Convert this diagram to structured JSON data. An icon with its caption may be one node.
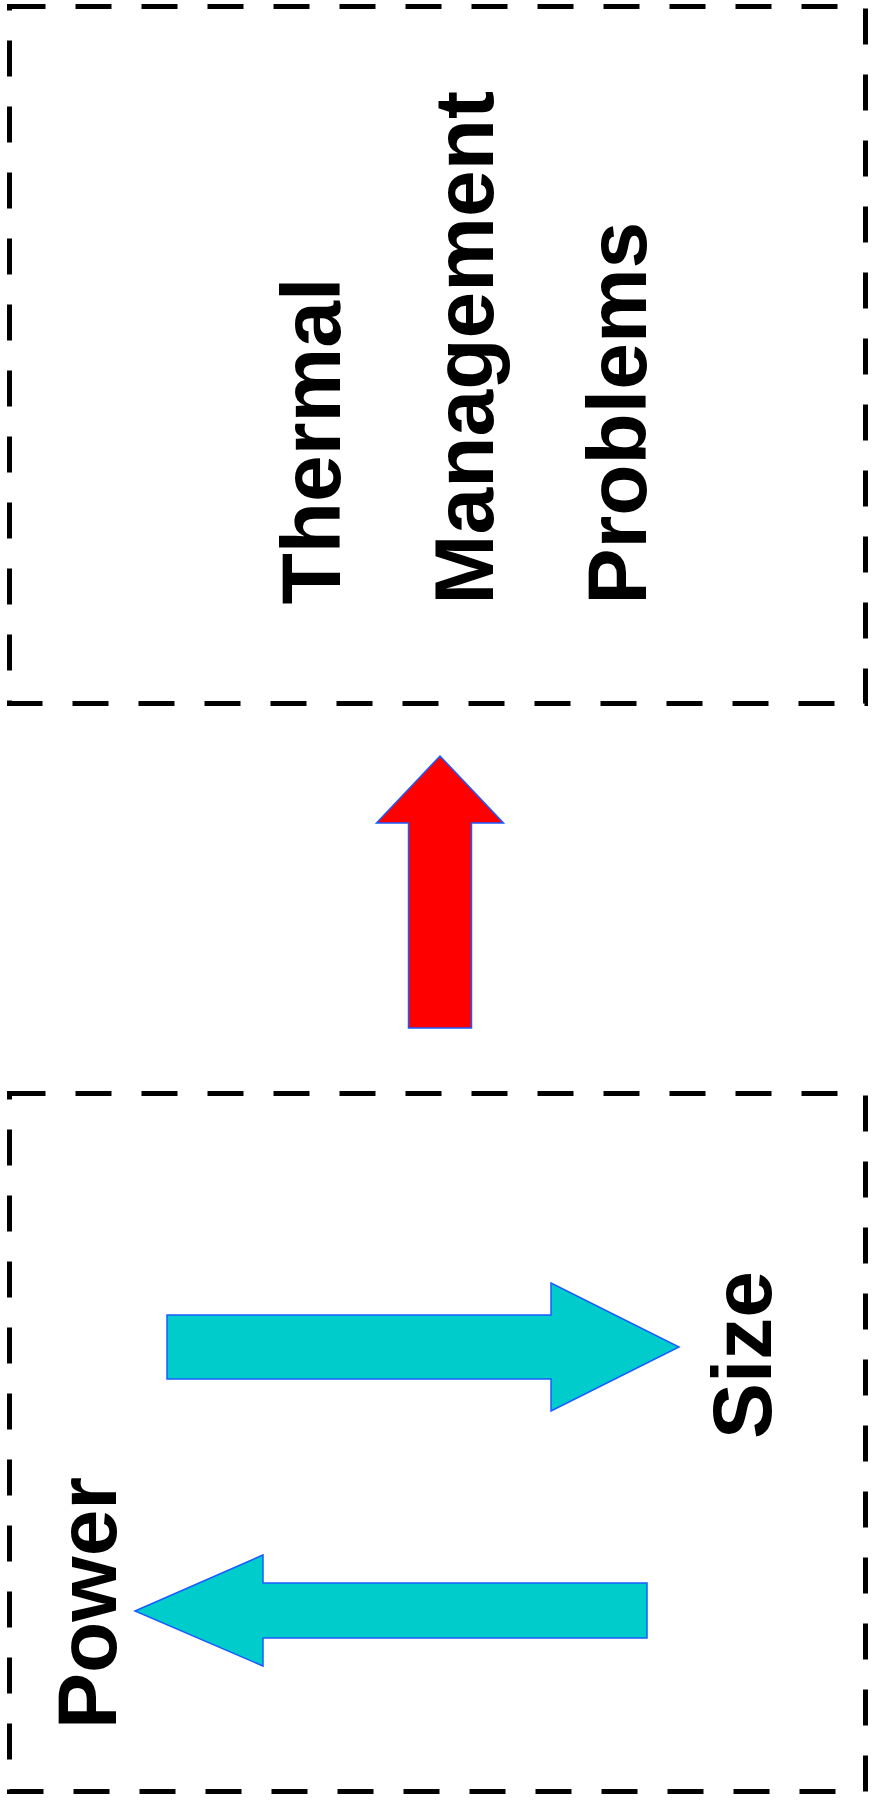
{
  "diagram": {
    "nodes": [
      {
        "text": [
          "Thermal Management Problems"
        ]
      },
      {
        "text": [
          "Power",
          "Size"
        ]
      }
    ],
    "edges": [
      {
        "from": 1,
        "to": 0,
        "arrow": "to",
        "style": "thick",
        "color": "#ff0000"
      }
    ]
  }
}
